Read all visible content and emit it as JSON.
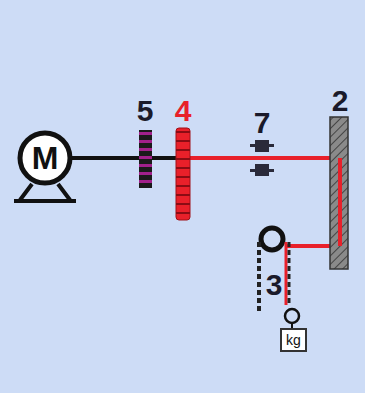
{
  "diagram": {
    "nodes": [
      {
        "text": [
          "M"
        ]
      },
      {
        "text": [
          "kg"
        ]
      }
    ],
    "labels": [
      "5",
      "4",
      "7",
      "2",
      "3"
    ]
  }
}
